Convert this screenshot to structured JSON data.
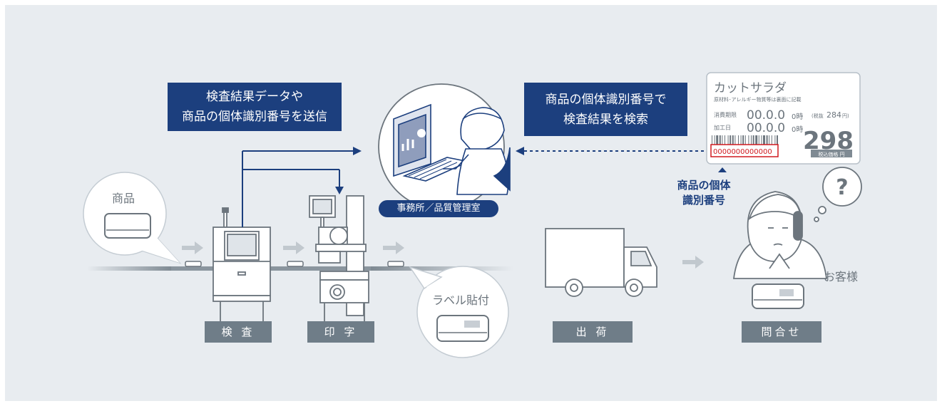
{
  "callouts": {
    "send": [
      "検査結果データや",
      "商品の個体識別番号を送信"
    ],
    "search": [
      "商品の個体識別番号で",
      "検査結果を検索"
    ]
  },
  "office_label": "事務所／品質管理室",
  "product_bubble": "商品",
  "label_bubble": "ラベル貼付",
  "stages": [
    "検 査",
    "印 字",
    "出 荷",
    "問合せ"
  ],
  "customer": "お客様",
  "id_caption": [
    "商品の個体",
    "識別番号"
  ],
  "question_mark": "?",
  "price_label": {
    "name": "カットサラダ",
    "note": "原材料･アレルギー物質等は裏面に記載",
    "expiry_label": "消費期限",
    "expiry_value": "00.0.0",
    "expiry_time": "0時",
    "tax_excluded_prefix": "(税抜",
    "tax_excluded_value": "284",
    "tax_excluded_suffix": "円)",
    "processed_label": "加工日",
    "processed_value": "00.0.0",
    "processed_time": "0時",
    "price": "298",
    "price_caption": "税込価格 円",
    "id_number": "0000000000000"
  },
  "colors": {
    "background": "#e8ecf0",
    "navy": "#1c3f7e",
    "gray_label": "#6f7d88",
    "line_gray": "#6c757d",
    "highlight_red": "#d0191f"
  },
  "icons": [
    "computer-operator-icon",
    "inspection-machine-icon",
    "printer-machine-icon",
    "truck-icon",
    "customer-phone-icon",
    "product-tray-icon",
    "barcode-icon",
    "question-bubble-icon"
  ]
}
